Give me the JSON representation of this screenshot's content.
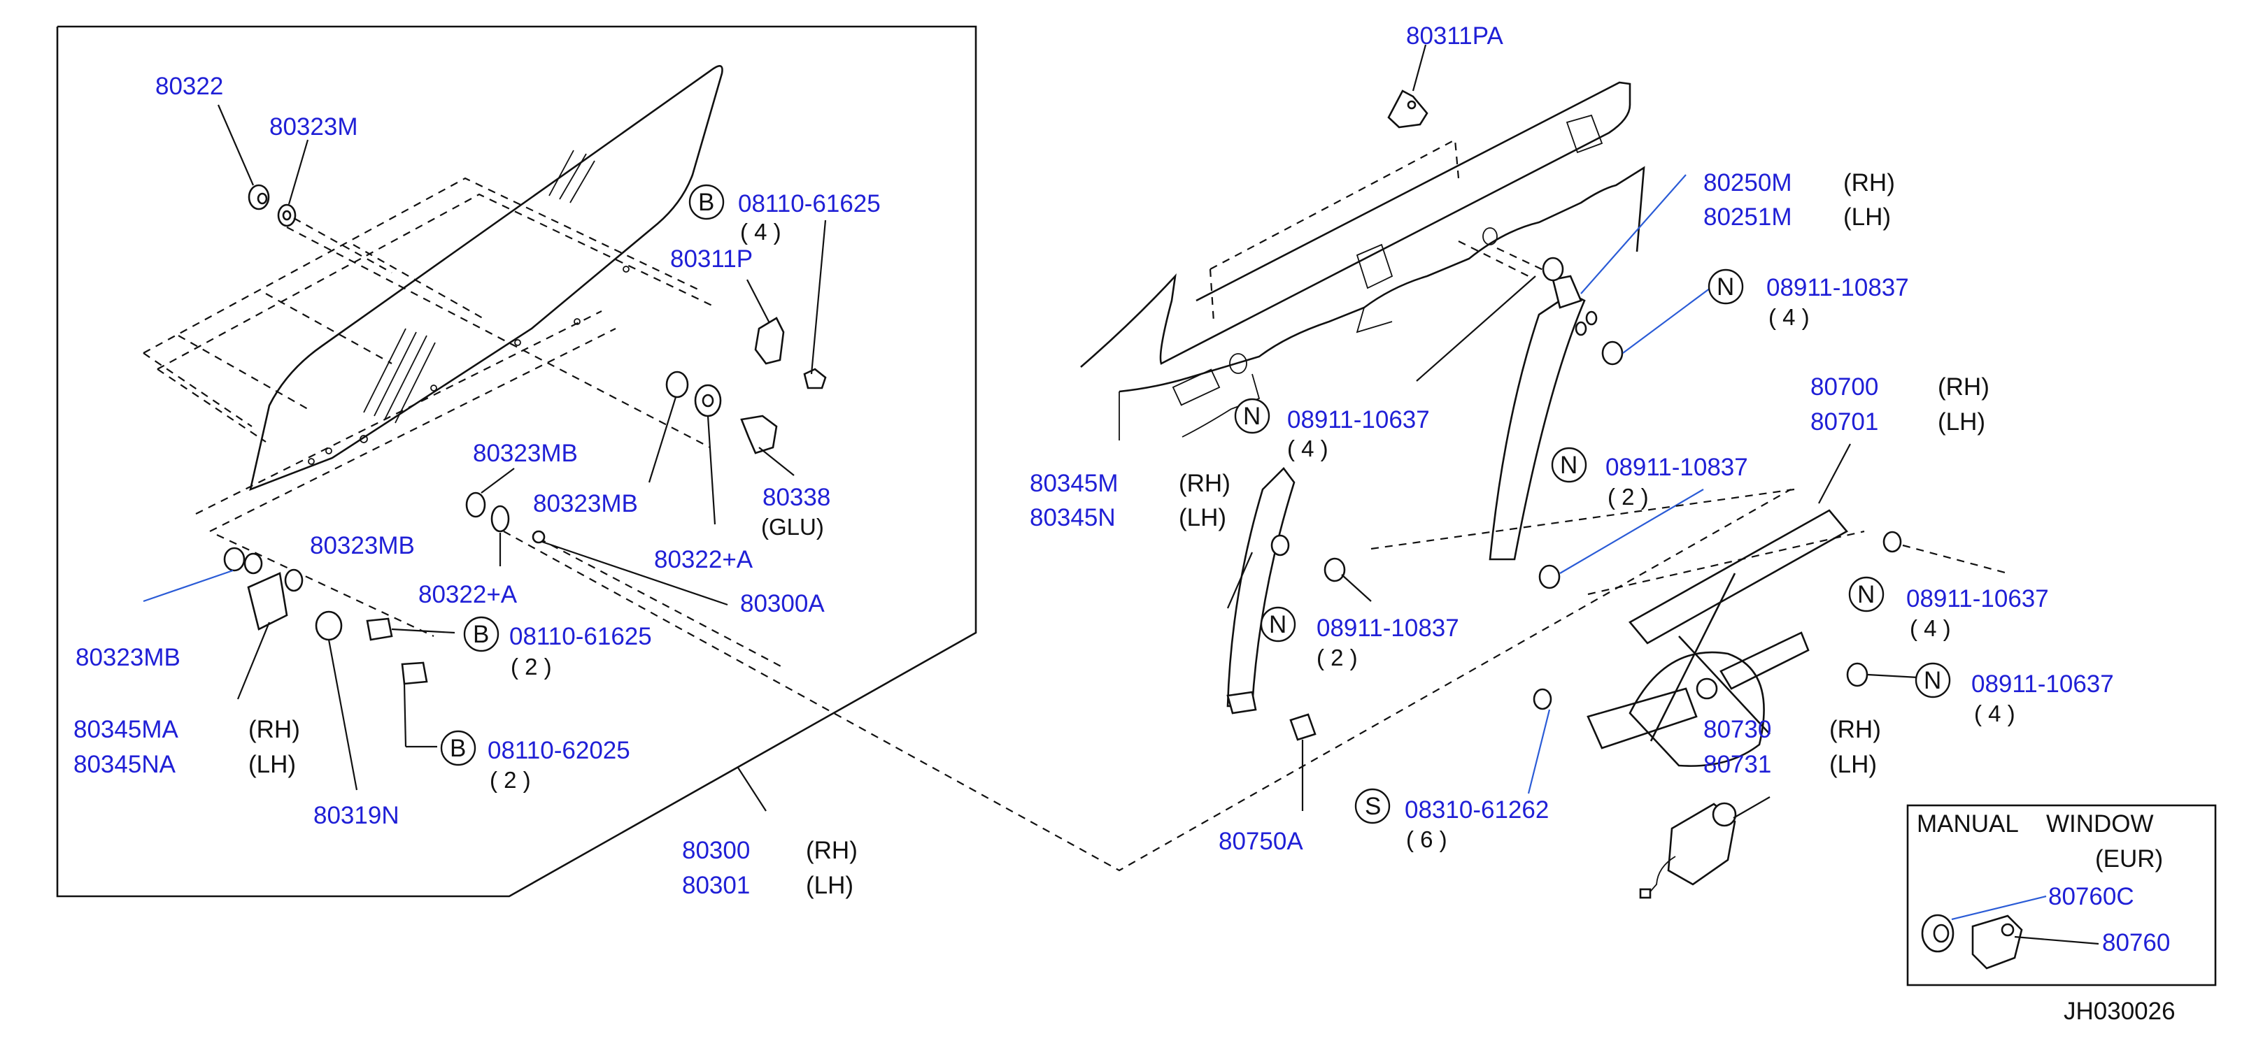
{
  "diagram": {
    "code": "JH030026",
    "inset": {
      "title_line1": "MANUAL",
      "title_line2": "WINDOW",
      "region": "(EUR)",
      "parts": [
        "80760C",
        "80760"
      ]
    },
    "labels": [
      {
        "id": "l01",
        "text": "80322",
        "kind": "pn"
      },
      {
        "id": "l02",
        "text": "80323M",
        "kind": "pn"
      },
      {
        "id": "l03",
        "text": "08110-61625",
        "kind": "pn"
      },
      {
        "id": "l04",
        "text": "( 4 )",
        "kind": "qty"
      },
      {
        "id": "l05",
        "text": "80311P",
        "kind": "pn"
      },
      {
        "id": "l06",
        "text": "80323MB",
        "kind": "pn"
      },
      {
        "id": "l07",
        "text": "80323MB",
        "kind": "pn"
      },
      {
        "id": "l08",
        "text": "80338",
        "kind": "pn"
      },
      {
        "id": "l09",
        "text": "(GLU)",
        "kind": "qty"
      },
      {
        "id": "l10",
        "text": "80323MB",
        "kind": "pn"
      },
      {
        "id": "l11",
        "text": "80322+A",
        "kind": "pn"
      },
      {
        "id": "l12",
        "text": "80322+A",
        "kind": "pn"
      },
      {
        "id": "l13",
        "text": "80300A",
        "kind": "pn"
      },
      {
        "id": "l14",
        "text": "80323MB",
        "kind": "pn"
      },
      {
        "id": "l15",
        "text": "08110-61625",
        "kind": "pn"
      },
      {
        "id": "l16",
        "text": "( 2 )",
        "kind": "qty"
      },
      {
        "id": "l17",
        "text": "80345MA",
        "kind": "pn"
      },
      {
        "id": "l18",
        "text": "(RH)",
        "kind": "bk"
      },
      {
        "id": "l19",
        "text": "80345NA",
        "kind": "pn"
      },
      {
        "id": "l20",
        "text": "(LH)",
        "kind": "bk"
      },
      {
        "id": "l21",
        "text": "08110-62025",
        "kind": "pn"
      },
      {
        "id": "l22",
        "text": "( 2 )",
        "kind": "qty"
      },
      {
        "id": "l23",
        "text": "80319N",
        "kind": "pn"
      },
      {
        "id": "l24",
        "text": "80300",
        "kind": "pn"
      },
      {
        "id": "l25",
        "text": "(RH)",
        "kind": "bk"
      },
      {
        "id": "l26",
        "text": "80301",
        "kind": "pn"
      },
      {
        "id": "l27",
        "text": "(LH)",
        "kind": "bk"
      },
      {
        "id": "l28",
        "text": "80311PA",
        "kind": "pn"
      },
      {
        "id": "l29",
        "text": "80250M",
        "kind": "pn"
      },
      {
        "id": "l30",
        "text": "(RH)",
        "kind": "bk"
      },
      {
        "id": "l31",
        "text": "80251M",
        "kind": "pn"
      },
      {
        "id": "l32",
        "text": "(LH)",
        "kind": "bk"
      },
      {
        "id": "l33",
        "text": "08911-10837",
        "kind": "pn"
      },
      {
        "id": "l34",
        "text": "( 4 )",
        "kind": "qty"
      },
      {
        "id": "l35",
        "text": "08911-10637",
        "kind": "pn"
      },
      {
        "id": "l36",
        "text": "( 4 )",
        "kind": "qty"
      },
      {
        "id": "l37",
        "text": "80700",
        "kind": "pn"
      },
      {
        "id": "l38",
        "text": "(RH)",
        "kind": "bk"
      },
      {
        "id": "l39",
        "text": "80701",
        "kind": "pn"
      },
      {
        "id": "l40",
        "text": "(LH)",
        "kind": "bk"
      },
      {
        "id": "l41",
        "text": "80345M",
        "kind": "pn"
      },
      {
        "id": "l42",
        "text": "(RH)",
        "kind": "bk"
      },
      {
        "id": "l43",
        "text": "80345N",
        "kind": "pn"
      },
      {
        "id": "l44",
        "text": "(LH)",
        "kind": "bk"
      },
      {
        "id": "l45",
        "text": "08911-10837",
        "kind": "pn"
      },
      {
        "id": "l46",
        "text": "( 2 )",
        "kind": "qty"
      },
      {
        "id": "l47",
        "text": "08911-10837",
        "kind": "pn"
      },
      {
        "id": "l48",
        "text": "( 2 )",
        "kind": "qty"
      },
      {
        "id": "l49",
        "text": "08911-10637",
        "kind": "pn"
      },
      {
        "id": "l50",
        "text": "( 4 )",
        "kind": "qty"
      },
      {
        "id": "l51",
        "text": "08911-10637",
        "kind": "pn"
      },
      {
        "id": "l52",
        "text": "( 4 )",
        "kind": "qty"
      },
      {
        "id": "l53",
        "text": "80730",
        "kind": "pn"
      },
      {
        "id": "l54",
        "text": "(RH)",
        "kind": "bk"
      },
      {
        "id": "l55",
        "text": "80731",
        "kind": "pn"
      },
      {
        "id": "l56",
        "text": "(LH)",
        "kind": "bk"
      },
      {
        "id": "l57",
        "text": "08310-61262",
        "kind": "pn"
      },
      {
        "id": "l58",
        "text": "( 6 )",
        "kind": "qty"
      },
      {
        "id": "l59",
        "text": "80750A",
        "kind": "pn"
      }
    ],
    "symbols": [
      {
        "id": "s01",
        "letter": "B"
      },
      {
        "id": "s02",
        "letter": "B"
      },
      {
        "id": "s03",
        "letter": "B"
      },
      {
        "id": "s04",
        "letter": "N"
      },
      {
        "id": "s05",
        "letter": "N"
      },
      {
        "id": "s06",
        "letter": "N"
      },
      {
        "id": "s07",
        "letter": "N"
      },
      {
        "id": "s08",
        "letter": "N"
      },
      {
        "id": "s09",
        "letter": "N"
      },
      {
        "id": "s10",
        "letter": "S"
      }
    ]
  }
}
